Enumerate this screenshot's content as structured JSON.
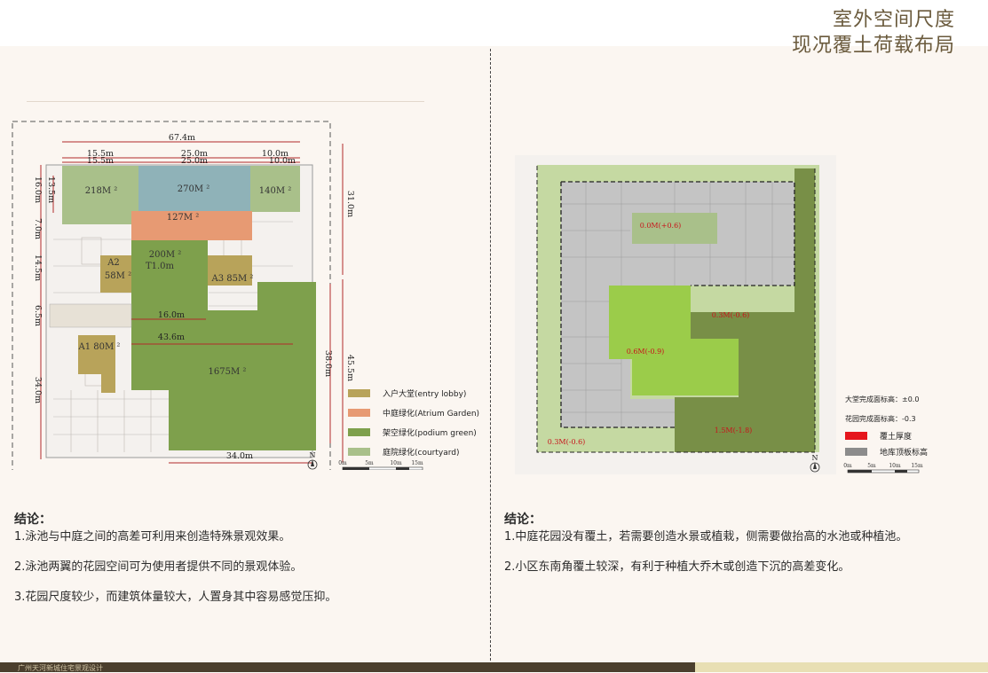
{
  "title": {
    "line1": "室外空间尺度",
    "line2": "现况覆土荷载布局"
  },
  "left_plan": {
    "dims": {
      "top_total": "67.4m",
      "top_a": "15.5m",
      "top_b": "25.0m",
      "top_c": "10.0m",
      "top2_a": "15.5m",
      "top2_b": "25.0m",
      "top2_c": "10.0m",
      "left_16": "16.0m",
      "left_13": "13.5m",
      "left_7": "7.0m",
      "left_14": "14.5m",
      "left_6": "6.5m",
      "left_34": "34.0m",
      "right_31": "31.0m",
      "right_45": "45.5m",
      "right_38": "38.0m",
      "mid_16": "16.0m",
      "mid_43": "43.6m",
      "bottom_34": "34.0m"
    },
    "areas": {
      "a218": "218M ²",
      "a270": "270M ²",
      "a140": "140M ²",
      "a127": "127M ²",
      "a200": "200M ²",
      "t1": "T1.0m",
      "a2": "A2",
      "a58": "58M ²",
      "a3": "A3 85M ²",
      "a1": "A1 80M ²",
      "a1675": "1675M ²"
    },
    "north": "N",
    "scale": [
      "0m",
      "5m",
      "10m",
      "15m"
    ],
    "legend": [
      {
        "label": "入户大堂(entry lobby)",
        "color": "#b8a35a"
      },
      {
        "label": "中庭绿化(Atrium Garden)",
        "color": "#e79a73"
      },
      {
        "label": "架空绿化(podium green)",
        "color": "#7ea04c"
      },
      {
        "label": "庭院绿化(courtyard)",
        "color": "#a9c08a"
      }
    ]
  },
  "right_plan": {
    "labels": {
      "l1": "0.0M(+0.6)",
      "l2": "0.3M(-0.6)",
      "l3": "0.6M(-0.9)",
      "l4": "0.3M(-0.6)",
      "l5": "1.5M(-1.8)"
    },
    "info1": "大堂完成面标高：±0.0",
    "info2": "花园完成面标高：-0.3",
    "legend": [
      {
        "label": "覆土厚度",
        "color": "#e5161d"
      },
      {
        "label": "地库顶板标高",
        "color": "#8c8c8c"
      }
    ],
    "north": "N",
    "scale": [
      "0m",
      "5m",
      "10m",
      "15m"
    ]
  },
  "conclusion_left": {
    "heading": "结论：",
    "items": [
      "1.泳池与中庭之间的高差可利用来创造特殊景观效果。",
      "2.泳池两翼的花园空间可为使用者提供不同的景观体验。",
      "3.花园尺度较少，而建筑体量较大，人置身其中容易感觉压抑。"
    ]
  },
  "conclusion_right": {
    "heading": "结论：",
    "items": [
      "1.中庭花园没有覆土，若需要创造水景或植栽，侧需要做抬高的水池或种植池。",
      "2.小区东南角覆土较深，有利于种植大乔木或创造下沉的高差变化。"
    ]
  },
  "footer": {
    "text": "广州天河新城住宅景观设计"
  }
}
